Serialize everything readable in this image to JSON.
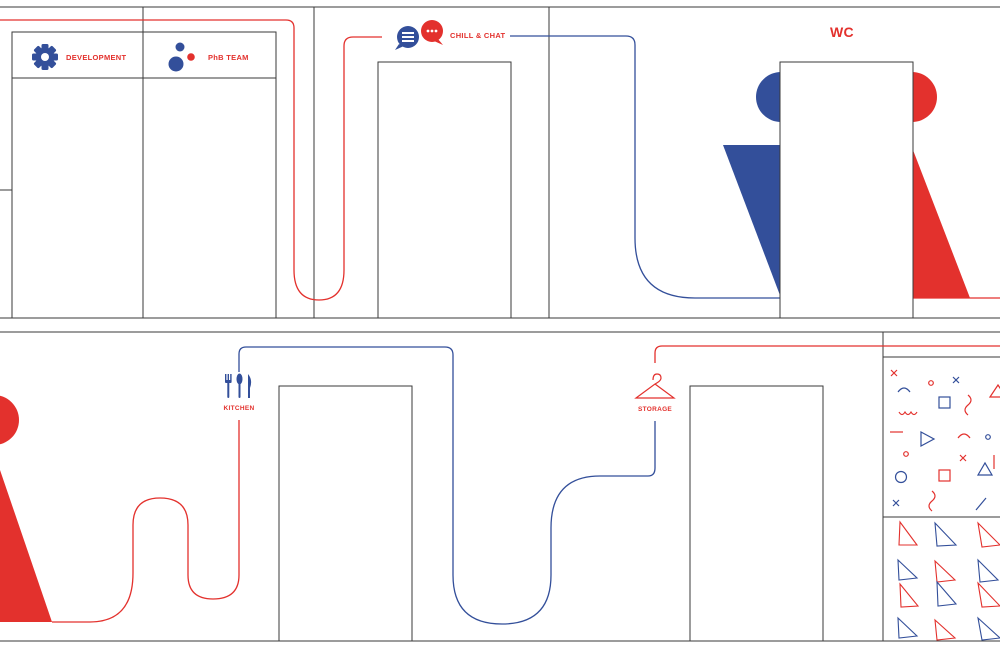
{
  "colors": {
    "red": "#e3312d",
    "blue": "#334f9a",
    "line": "#3a3a3a"
  },
  "top_wall": {
    "development_label": "DEVELOPMENT",
    "team_label": "PhB TEAM",
    "chat_label": "CHILL & CHAT",
    "wc_label": "WC",
    "icons": {
      "development": "gear-icon",
      "team": "team-icon",
      "chat": "chat-bubbles-icon",
      "wc": "restroom-figures-icon"
    }
  },
  "bottom_wall": {
    "kitchen_label": "KITCHEN",
    "storage_label": "STORAGE",
    "icons": {
      "kitchen": "cutlery-icon",
      "storage": "hanger-icon",
      "pattern": "shapes-pattern",
      "hangers": "hanger-pattern"
    }
  }
}
